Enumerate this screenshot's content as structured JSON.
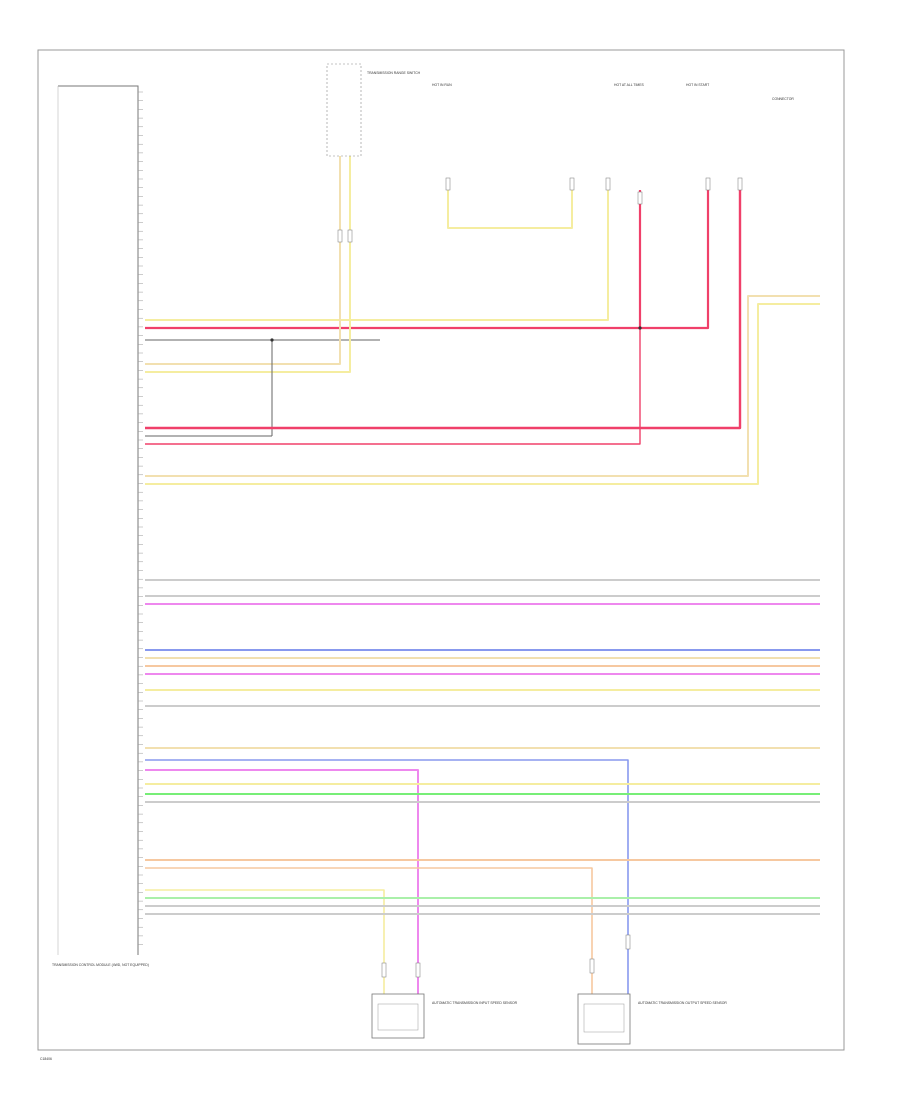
{
  "colors": {
    "yellow": "#f5eda0",
    "red": "#f0406a",
    "pink": "#ee88ee",
    "blue": "#8899ee",
    "green": "#77ee77",
    "ltgreen": "#aaf0aa",
    "orange": "#f6c8a0",
    "tan": "#f2e0b0",
    "gray": "#cccccc",
    "dkgray": "#666666",
    "frame": "#999999"
  },
  "module": {
    "title": "TRANSMISSION CONTROL MODULE (4WD, NOT EQUIPPED)"
  },
  "components": {
    "top_left_label": "TRANSMISSION RANGE SWITCH",
    "top_center_left": "HOT IN RUN",
    "top_center_right": "HOT AT ALL TIMES",
    "top_right": "HOT IN START",
    "far_right_label": "CONNECTOR",
    "bottom_left": "AUTOMATIC TRANSMISSION INPUT SPEED SENSOR",
    "bottom_right": "AUTOMATIC TRANSMISSION OUTPUT SPEED SENSOR"
  },
  "footer": {
    "code": "C18406"
  }
}
